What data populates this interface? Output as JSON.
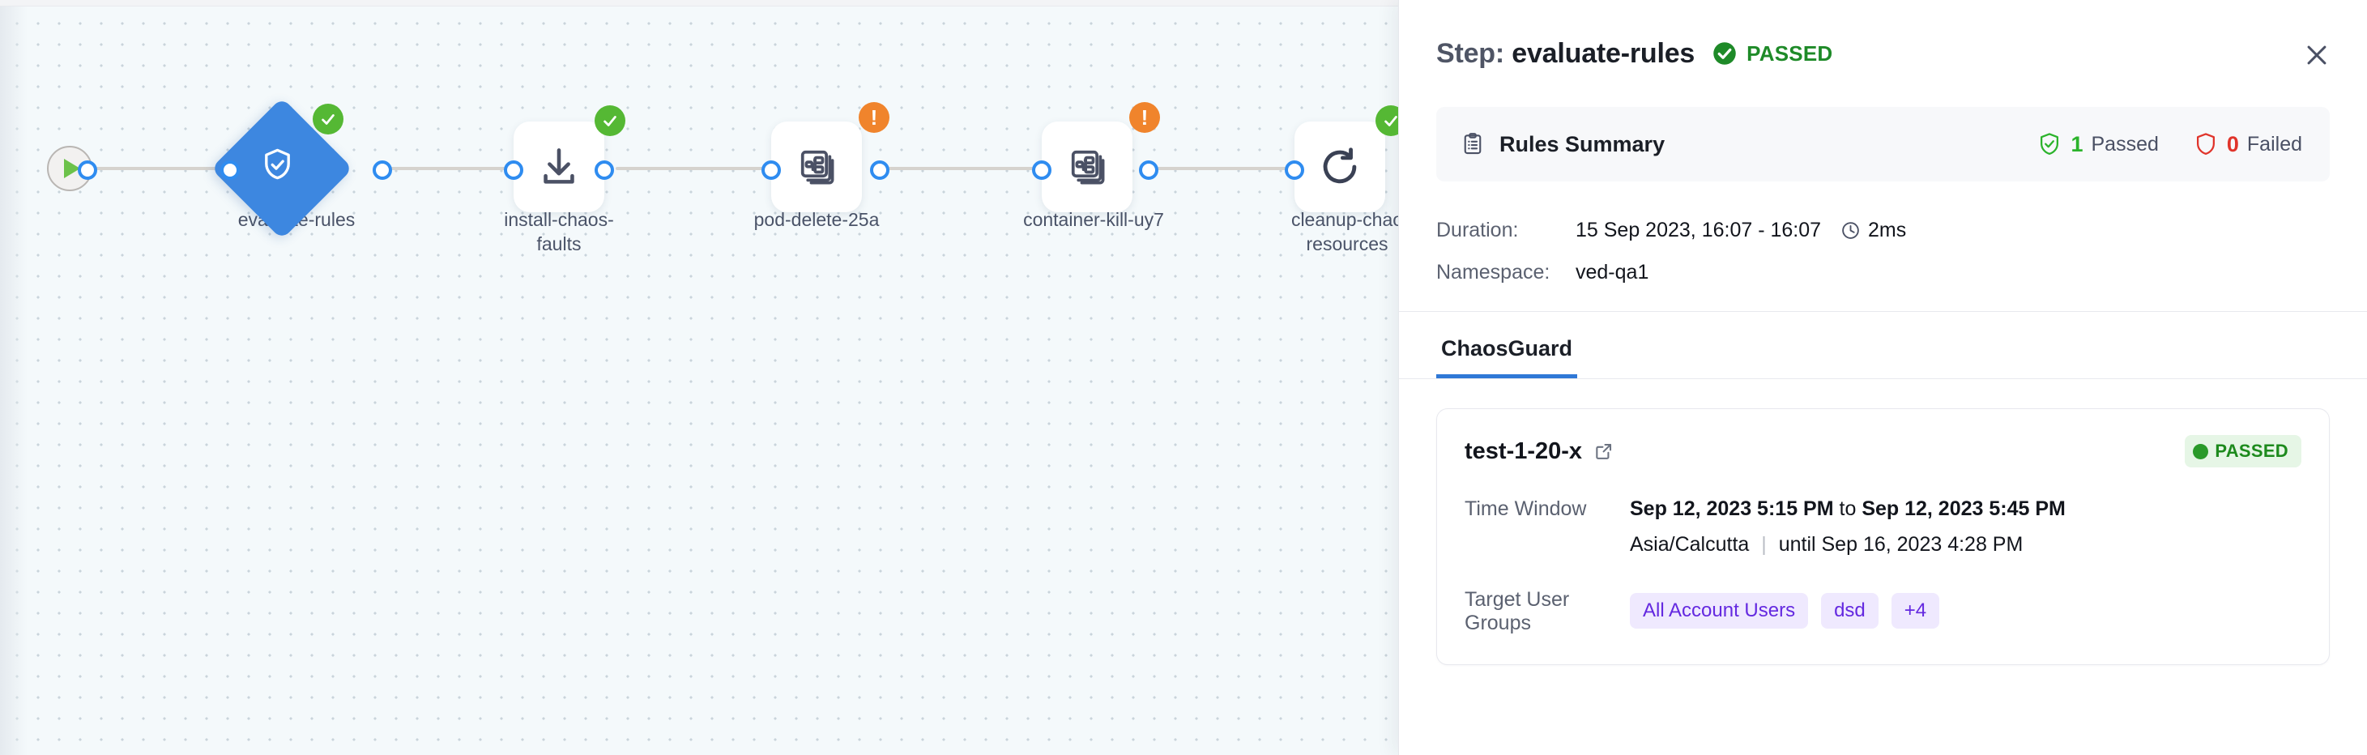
{
  "pipeline": {
    "start_node": {
      "icon": "play-icon"
    },
    "nodes": [
      {
        "id": "evaluate-rules",
        "label": "evaluate-rules",
        "shape": "diamond",
        "icon": "shield-check-icon",
        "status": "success"
      },
      {
        "id": "install-chaos",
        "label": "install-chaos-faults",
        "shape": "square",
        "icon": "download-icon",
        "status": "success"
      },
      {
        "id": "pod-delete-25a",
        "label": "pod-delete-25a",
        "shape": "square",
        "icon": "chaos-experiment-icon",
        "status": "warning"
      },
      {
        "id": "container-kill",
        "label": "container-kill-uy7",
        "shape": "square",
        "icon": "chaos-experiment-icon",
        "status": "warning"
      },
      {
        "id": "cleanup-chaos",
        "label": "cleanup-chaos resources",
        "shape": "square",
        "icon": "refresh-icon",
        "status": "success"
      }
    ],
    "labels": {
      "evaluate_rules": "evaluate-rules",
      "install_line1": "install-chaos-",
      "install_line2": "faults",
      "pod_delete": "pod-delete-25a",
      "container_kill": "container-kill-uy7",
      "cleanup_line1": "cleanup-chao",
      "cleanup_line2": "resources"
    }
  },
  "drawer": {
    "header": {
      "prefix": "Step:",
      "step_name": "evaluate-rules",
      "status": "PASSED",
      "status_color": "#1e8a28",
      "close_icon": "close-icon"
    },
    "rules_summary": {
      "icon": "clipboard-icon",
      "title": "Rules Summary",
      "passed_count": "1",
      "passed_label": "Passed",
      "failed_count": "0",
      "failed_label": "Failed",
      "passed_color": "#2bb32b",
      "failed_color": "#e0342b"
    },
    "meta": {
      "duration_key": "Duration:",
      "duration_value": "15 Sep 2023, 16:07 - 16:07",
      "duration_clock_icon": "clock-icon",
      "duration_elapsed": "2ms",
      "namespace_key": "Namespace:",
      "namespace_value": "ved-qa1"
    },
    "tabs": [
      {
        "label": "ChaosGuard",
        "active": true
      }
    ],
    "test_card": {
      "name": "test-1-20-x",
      "external_link_icon": "external-link-icon",
      "status_badge": "PASSED",
      "status_badge_color": "#1d8a1d",
      "time_window_key": "Time Window",
      "time_window_start": "Sep 12, 2023 5:15 PM",
      "time_window_join": "to",
      "time_window_end": "Sep 12, 2023 5:45 PM",
      "timezone": "Asia/Calcutta",
      "until_text": "until Sep 16, 2023 4:28 PM",
      "target_groups_key": "Target User Groups",
      "target_groups": [
        "All Account Users",
        "dsd",
        "+4"
      ]
    }
  },
  "colors": {
    "accent_blue": "#2f78d6",
    "node_blue": "#3d87e0",
    "port_blue": "#2f8cf0",
    "success_green": "#55b834",
    "warning_orange": "#f0842c",
    "chip_purple": "#6429e0",
    "canvas_bg": "#f4f9fb"
  }
}
